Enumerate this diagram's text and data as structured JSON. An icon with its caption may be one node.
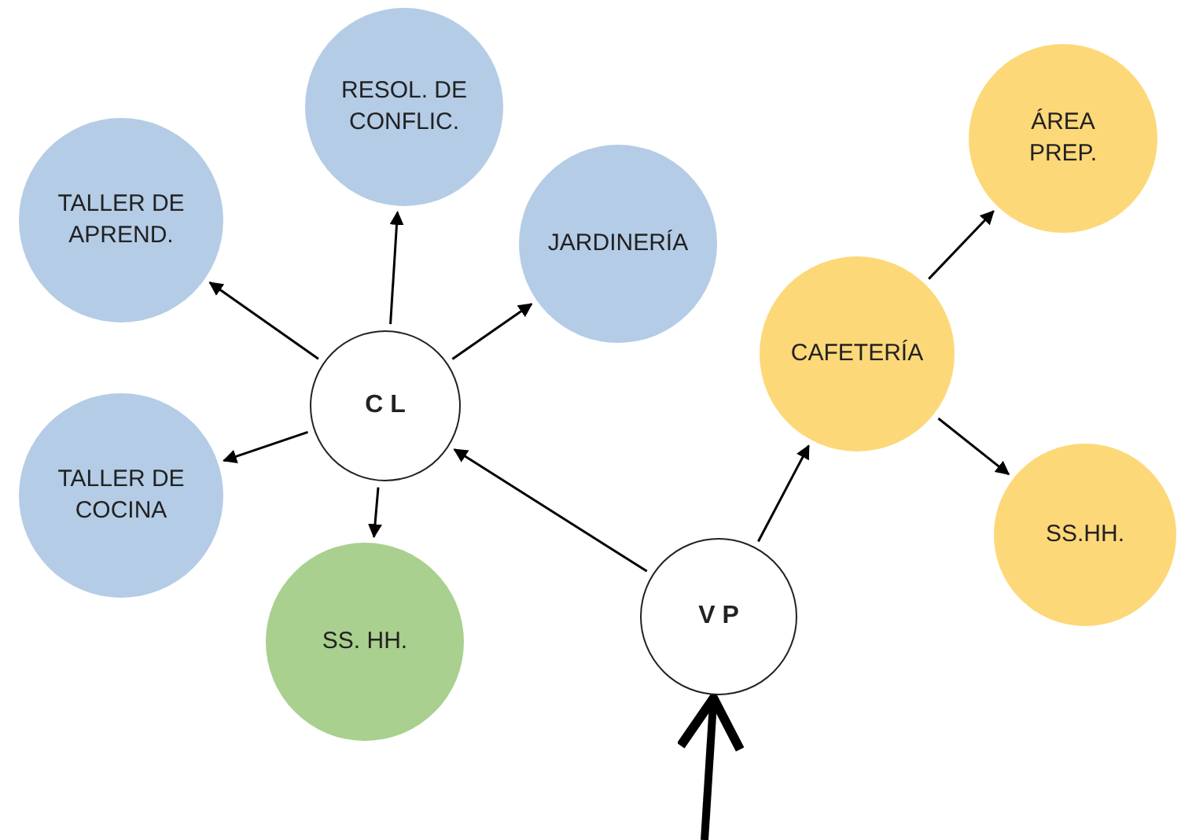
{
  "diagram": {
    "nodes": [
      {
        "text": [
          "RESOL. DE CONFLIC."
        ]
      },
      {
        "text": [
          "TALLER DE APREND."
        ]
      },
      {
        "text": [
          "JARDINERÍA"
        ]
      },
      {
        "text": [
          "C L"
        ]
      },
      {
        "text": [
          "TALLER DE COCINA"
        ]
      },
      {
        "text": [
          "SS. HH."
        ]
      },
      {
        "text": [
          "V P"
        ]
      },
      {
        "text": [
          "CAFETERÍA"
        ]
      },
      {
        "text": [
          "ÁREA PREP."
        ]
      },
      {
        "text": [
          "SS.HH."
        ]
      }
    ],
    "edges": [
      {
        "from": 3,
        "to": 0,
        "arrow": "to"
      },
      {
        "from": 3,
        "to": 1,
        "arrow": "to"
      },
      {
        "from": 3,
        "to": 2,
        "arrow": "to"
      },
      {
        "from": 3,
        "to": 4,
        "arrow": "to"
      },
      {
        "from": 3,
        "to": 5,
        "arrow": "to"
      },
      {
        "from": 6,
        "to": 3,
        "arrow": "to"
      },
      {
        "from": 6,
        "to": 7,
        "arrow": "to"
      },
      {
        "from": 7,
        "to": 8,
        "arrow": "to"
      },
      {
        "from": 7,
        "to": 9,
        "arrow": "to"
      },
      {
        "from": null,
        "to": 6,
        "arrow": "to",
        "style": "thick"
      }
    ]
  }
}
